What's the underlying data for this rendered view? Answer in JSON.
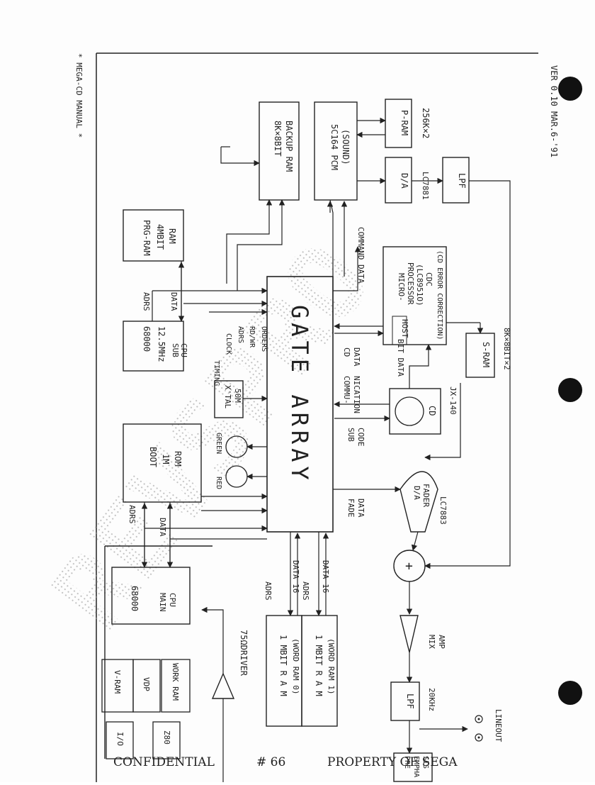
{
  "header": {
    "manual_title": "* MEGA-CD MANUAL *",
    "version": "VER 0.10 MAR.6-'91"
  },
  "footer": {
    "left": "CONFIDENTIAL",
    "page_number": "# 66",
    "right": "PROPERTY OF SEGA"
  },
  "watermark": "REVSPRO",
  "blocks": {
    "gate_array": "GATE ARRAY",
    "backup_ram": [
      "8K×8BIT",
      "BACKUP RAM"
    ],
    "pcm": [
      "5C164 PCM",
      "(SOUND)"
    ],
    "p_ram": "P-RAM",
    "p_ram_size": "256K×2",
    "da": "D/A",
    "lc7881": "LC7881",
    "lpf_top": "LPF",
    "prg_ram": [
      "PRG-RAM",
      "4MBIT",
      "RAM"
    ],
    "micro": [
      "MICRO-",
      "PROCESSOR",
      "(LC8951O)",
      "CDC",
      "(CD ERROR CORRECTION)"
    ],
    "host": "HOST",
    "s_ram": "S-RAM",
    "s_ram_size": "8K×8BIT×2",
    "sub_cpu": [
      "68000",
      "12.5MHz",
      "SUB",
      "CPU"
    ],
    "xtal": [
      "X'TAL",
      "50M"
    ],
    "cd": "CD",
    "jx140": "JX-140",
    "boot_rom": [
      "BOOT",
      "1M",
      "ROM"
    ],
    "green": "GREEN",
    "red": "RED",
    "da_fader": [
      "D/A",
      "FADER"
    ],
    "lc7883": "LC7883",
    "plus": "+",
    "main_cpu": [
      "68000",
      "MAIN",
      "CPU"
    ],
    "word_ram0": [
      "1 MBIT R A M",
      "(WORD RAM 0)"
    ],
    "word_ram1": [
      "1 MBIT R A M",
      "(WORD RAM 1)"
    ],
    "mix_amp": [
      "MIX",
      "AMP"
    ],
    "lpf_bottom": "LPF",
    "lpf_bottom_freq": "20KHz",
    "vram": "V-RAM",
    "vdp": "VDP",
    "work_ram": "WORK RAM",
    "io": "I/O",
    "z80": "Z80",
    "driver": "75ΩDRIVER",
    "lineout": "LINEOUT",
    "pre_amp": [
      "PRE",
      "EMPHA",
      "SIS"
    ]
  },
  "signals": {
    "command_data": "COMMAND DATA",
    "adrs": "ADRS",
    "data": "DATA",
    "bit_data": "BIT DATA",
    "cd_comm_data": [
      "COMMU-",
      "NICATION",
      "CD",
      "DATA"
    ],
    "sub_code": [
      "SUB",
      "CODE"
    ],
    "fade_data": [
      "FADE",
      "DATA"
    ],
    "data16": "DATA 16",
    "adrs_word": "ADRS",
    "data16b": "DATA 16",
    "adrs_main": "ADRS",
    "data_main": "DATA",
    "ctrl_cols": [
      "TIMING",
      "CLOCK",
      "ADRS",
      "RD/WR",
      "ORDERS"
    ]
  }
}
